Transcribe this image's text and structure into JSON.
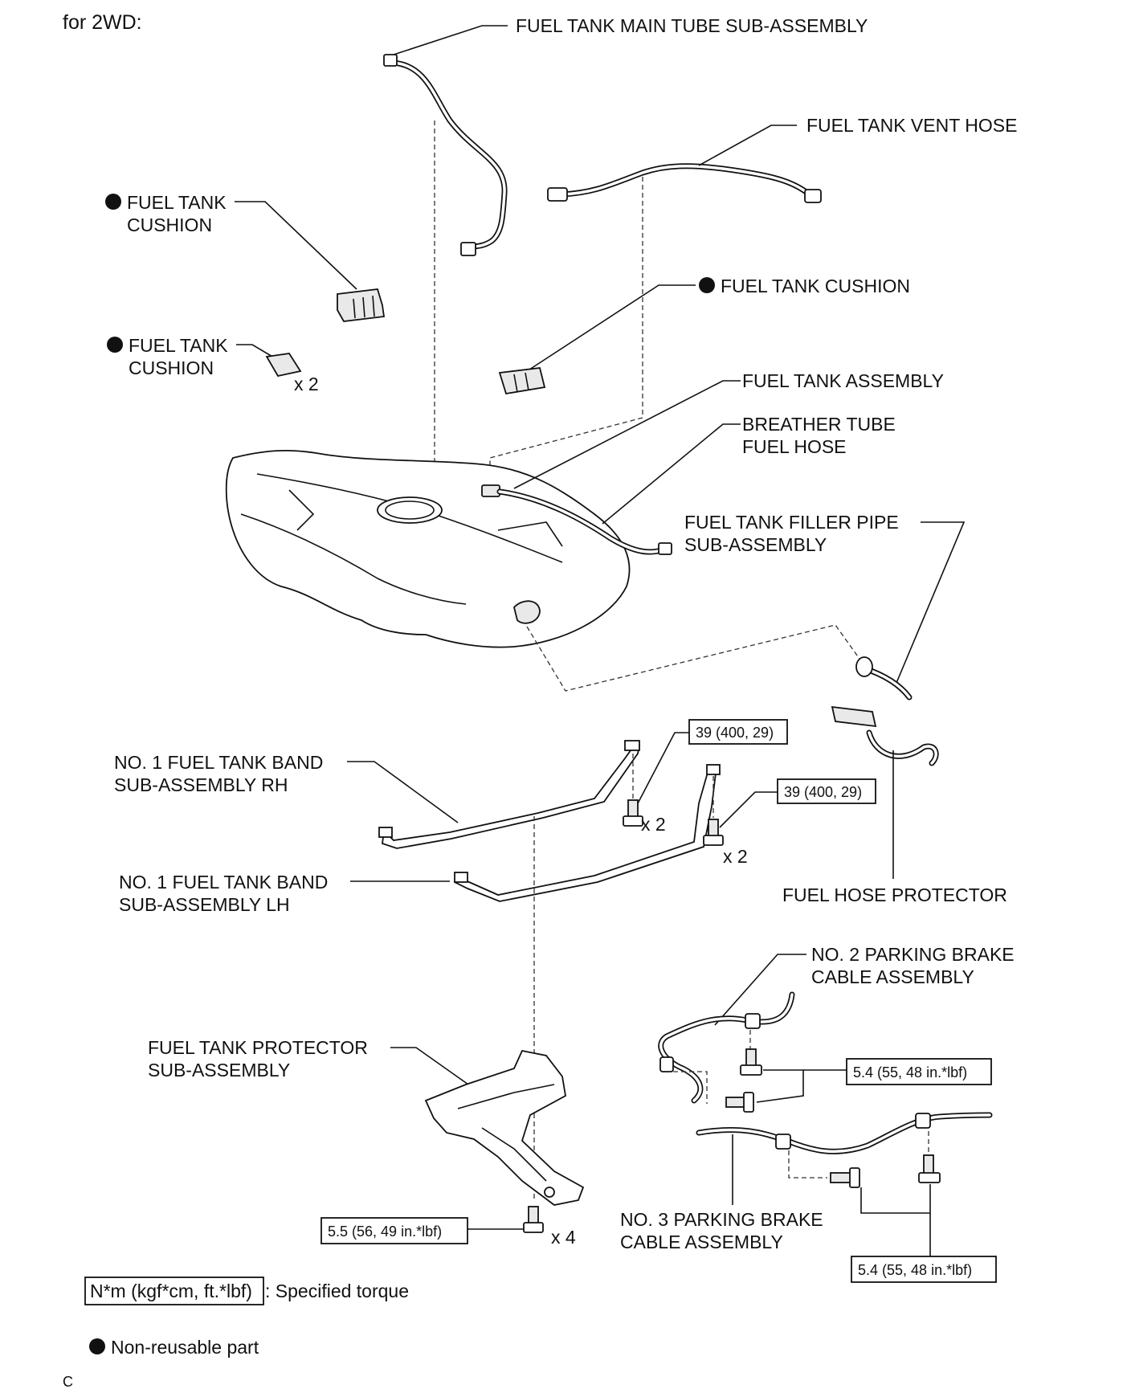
{
  "header": {
    "variant": "for 2WD:"
  },
  "labels": {
    "main_tube": "FUEL TANK MAIN TUBE SUB-ASSEMBLY",
    "vent_hose": "FUEL TANK VENT HOSE",
    "cushion_a_1": "FUEL TANK",
    "cushion_a_2": "CUSHION",
    "cushion_b": "FUEL TANK CUSHION",
    "cushion_c_1": "FUEL TANK",
    "cushion_c_2": "CUSHION",
    "tank_assembly": "FUEL TANK ASSEMBLY",
    "breather_1": "BREATHER TUBE",
    "breather_2": "FUEL HOSE",
    "filler_1": "FUEL TANK FILLER PIPE",
    "filler_2": "SUB-ASSEMBLY",
    "band_rh_1": "NO. 1 FUEL TANK BAND",
    "band_rh_2": "SUB-ASSEMBLY RH",
    "band_lh_1": "NO. 1 FUEL TANK BAND",
    "band_lh_2": "SUB-ASSEMBLY LH",
    "hose_protector": "FUEL HOSE PROTECTOR",
    "pb2_1": "NO. 2 PARKING BRAKE",
    "pb2_2": "CABLE ASSEMBLY",
    "tank_protector_1": "FUEL TANK PROTECTOR",
    "tank_protector_2": "SUB-ASSEMBLY",
    "pb3_1": "NO. 3 PARKING BRAKE",
    "pb3_2": "CABLE ASSEMBLY"
  },
  "quantities": {
    "cushion_c": "x 2",
    "band_rh_bolts": "x 2",
    "band_lh_bolts": "x 2",
    "protector_bolts": "x 4"
  },
  "torques": {
    "band_rh": "39 (400, 29)",
    "band_lh": "39 (400, 29)",
    "pb2": "5.4 (55, 48 in.*lbf)",
    "protector": "5.5 (56, 49 in.*lbf)",
    "pb3": "5.4 (55, 48 in.*lbf)"
  },
  "legend": {
    "torque_unit": "N*m (kgf*cm, ft.*lbf)",
    "torque_desc": ": Specified torque",
    "nonreusable_desc": "Non-reusable part"
  },
  "footer": {
    "code": "C"
  }
}
